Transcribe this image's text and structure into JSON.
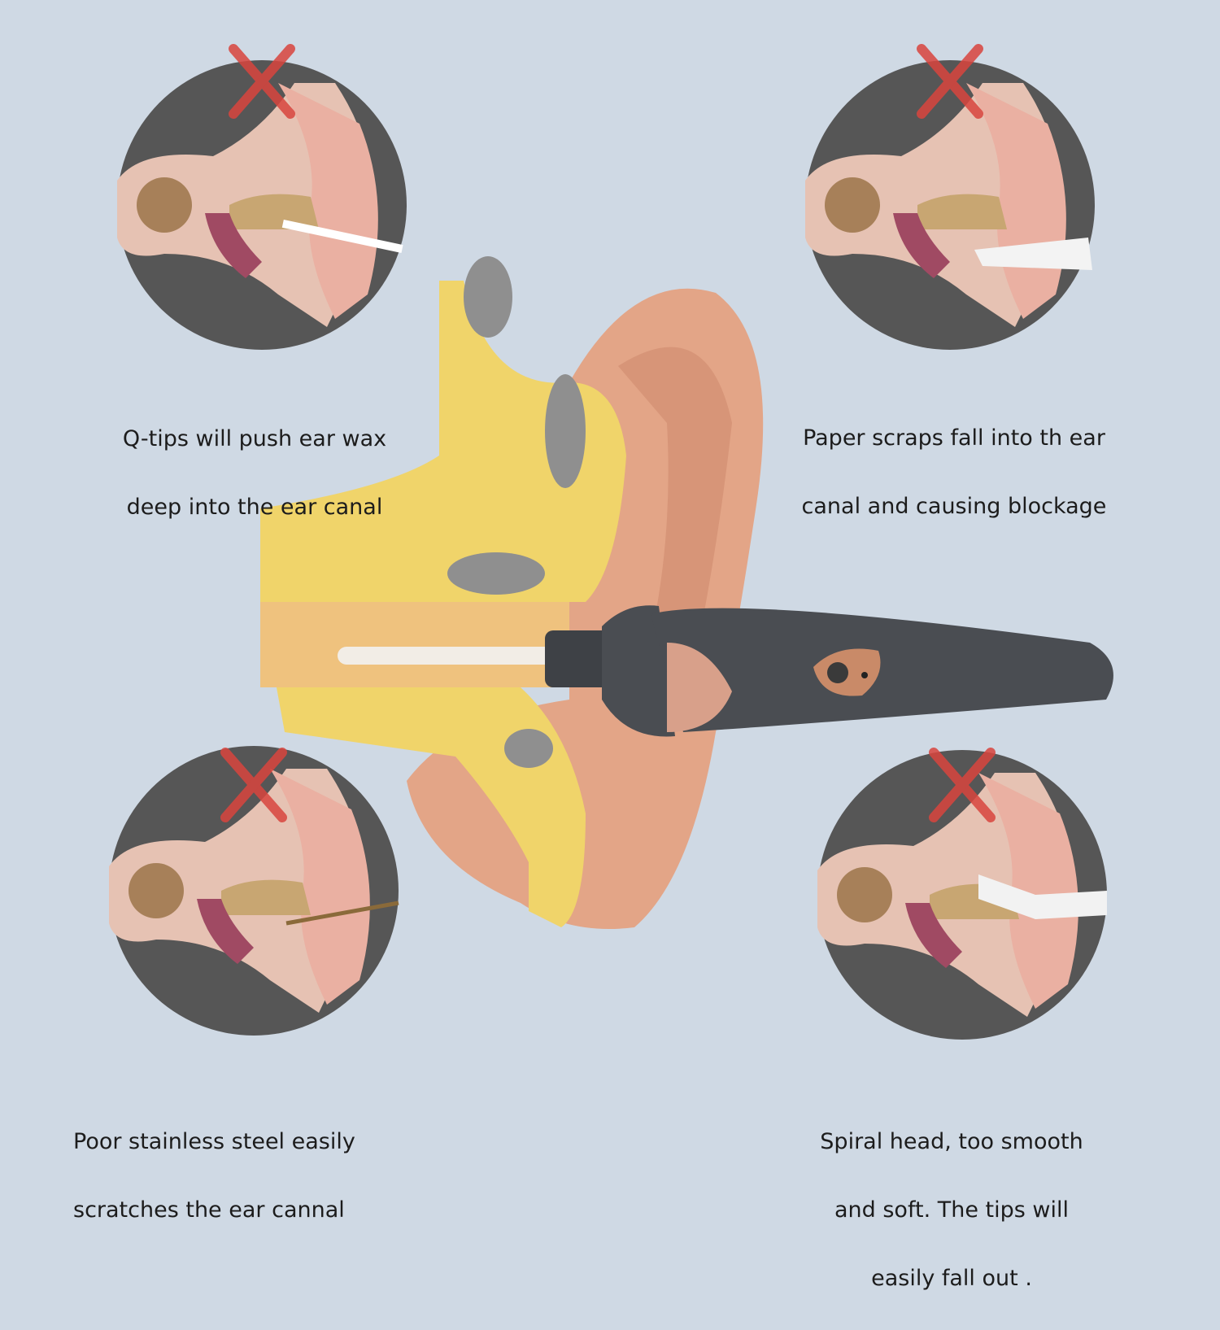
{
  "panels": [
    {
      "caption_lines": [
        "Q-tips will push ear wax",
        "deep into the ear canal"
      ],
      "mark": "red-x"
    },
    {
      "caption_lines": [
        "Paper scraps fall into th ear",
        "canal  and causing blockage"
      ],
      "mark": "red-x"
    },
    {
      "caption_lines": [
        "Poor stainless steel easily",
        "scratches the ear cannal"
      ],
      "mark": "red-x"
    },
    {
      "caption_lines": [
        "Spiral head, too smooth",
        "and soft. The tips will",
        "easily fall out ."
      ],
      "mark": "red-x"
    }
  ],
  "colors": {
    "background": "#cfd9e4",
    "circle": "#565656",
    "x_mark": "#d9453e",
    "skin": "#e3a587",
    "tissue": "#f0d46a",
    "device": "#4a4d52",
    "accent": "#c98a68"
  }
}
